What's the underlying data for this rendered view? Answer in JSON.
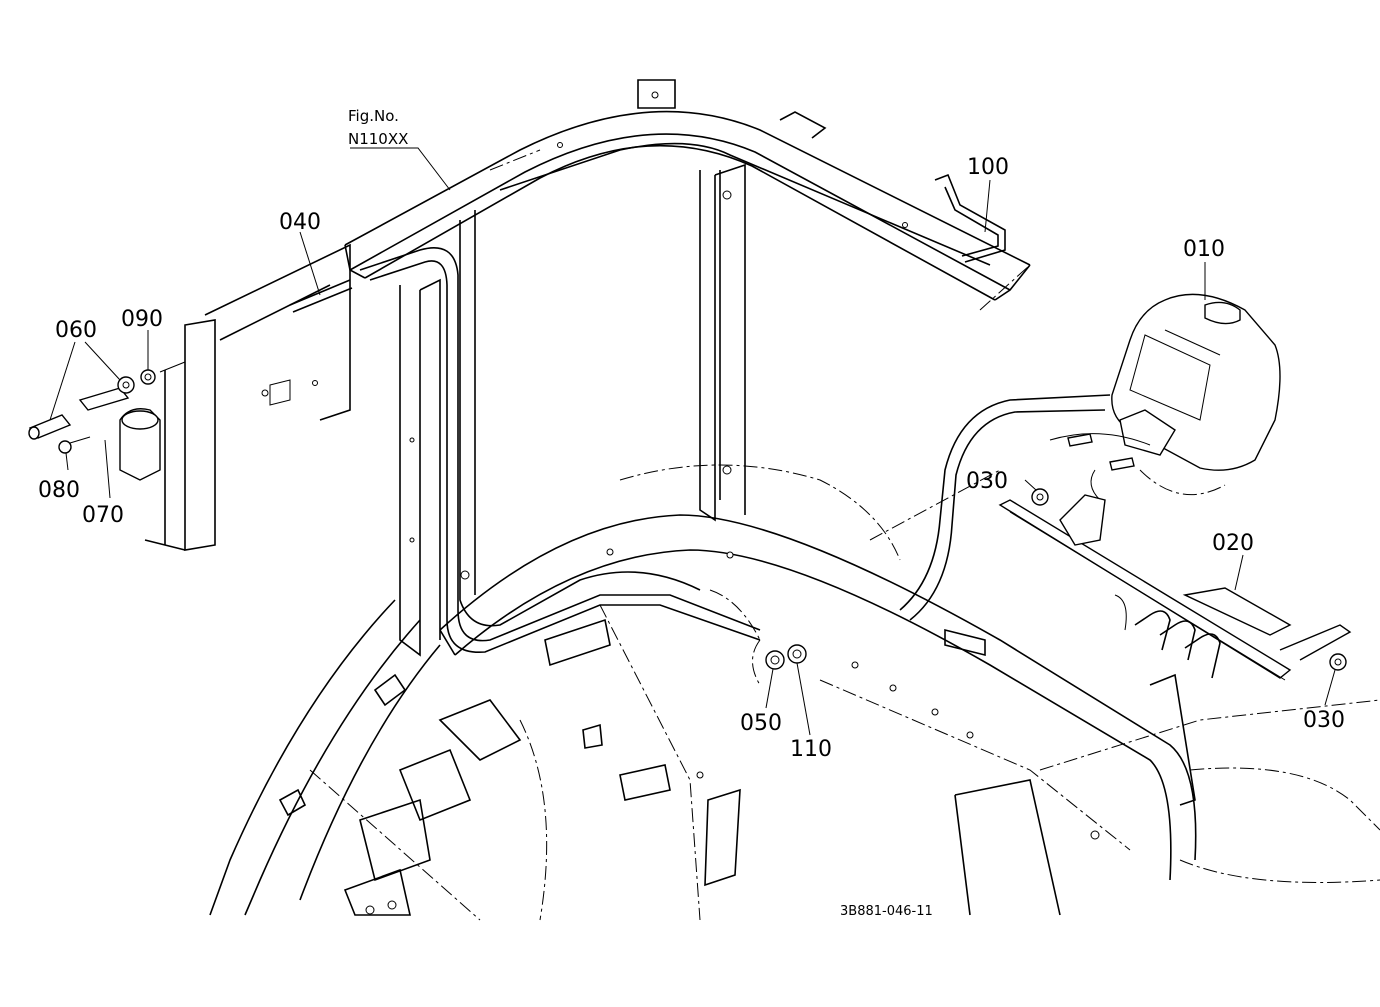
{
  "figure_ref": {
    "line1": "Fig.No.",
    "line2": "N110XX"
  },
  "callouts": {
    "p010": "010",
    "p020": "020",
    "p030a": "030",
    "p030b": "030",
    "p040": "040",
    "p050": "050",
    "p060": "060",
    "p070": "070",
    "p080": "080",
    "p090": "090",
    "p100": "100",
    "p110": "110"
  },
  "drawing_code": "3B881-046-11"
}
